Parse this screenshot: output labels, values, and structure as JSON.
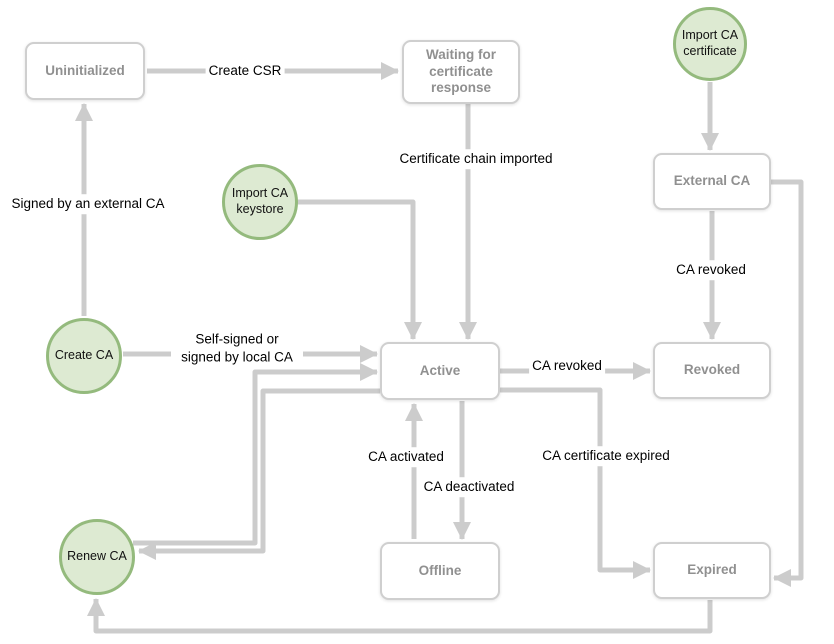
{
  "colors": {
    "edge": "#cccccc",
    "state_border": "#cfcfcf",
    "state_text": "#909090",
    "action_fill": "#ddead2",
    "action_border": "#94ba7d",
    "label_text": "#000000",
    "background": "#ffffff"
  },
  "states": {
    "uninitialized": "Uninitialized",
    "waiting": "Waiting for certificate response",
    "external_ca": "External CA",
    "active": "Active",
    "revoked": "Revoked",
    "offline": "Offline",
    "expired": "Expired"
  },
  "actions": {
    "import_ca_certificate": "Import CA certificate",
    "import_ca_keystore": "Import CA keystore",
    "create_ca": "Create CA",
    "renew_ca": "Renew CA"
  },
  "edge_labels": {
    "create_csr": "Create CSR",
    "signed_external": "Signed by an external CA",
    "chain_imported": "Certificate chain imported",
    "ca_revoked_external": "CA revoked",
    "self_signed": "Self-signed or signed by local CA",
    "ca_revoked_active": "CA revoked",
    "ca_activated": "CA activated",
    "ca_deactivated": "CA deactivated",
    "ca_cert_expired": "CA certificate expired"
  },
  "edges": [
    {
      "from": "uninitialized",
      "to": "waiting",
      "label_key": "create_csr"
    },
    {
      "from": "create_ca",
      "to": "uninitialized",
      "label_key": "signed_external"
    },
    {
      "from": "waiting",
      "to": "active",
      "label_key": "chain_imported"
    },
    {
      "from": "import_ca_certificate",
      "to": "external_ca",
      "label_key": null
    },
    {
      "from": "external_ca",
      "to": "revoked",
      "label_key": "ca_revoked_external"
    },
    {
      "from": "import_ca_keystore",
      "to": "active",
      "label_key": null
    },
    {
      "from": "create_ca",
      "to": "active",
      "label_key": "self_signed"
    },
    {
      "from": "active",
      "to": "revoked",
      "label_key": "ca_revoked_active"
    },
    {
      "from": "offline",
      "to": "active",
      "label_key": "ca_activated"
    },
    {
      "from": "active",
      "to": "offline",
      "label_key": "ca_deactivated"
    },
    {
      "from": "active",
      "to": "expired",
      "label_key": "ca_cert_expired"
    },
    {
      "from": "external_ca",
      "to": "expired",
      "label_key": null
    },
    {
      "from": "expired",
      "to": "renew_ca",
      "label_key": null
    },
    {
      "from": "active",
      "to": "renew_ca",
      "label_key": null
    },
    {
      "from": "renew_ca",
      "to": "active",
      "label_key": null
    }
  ]
}
